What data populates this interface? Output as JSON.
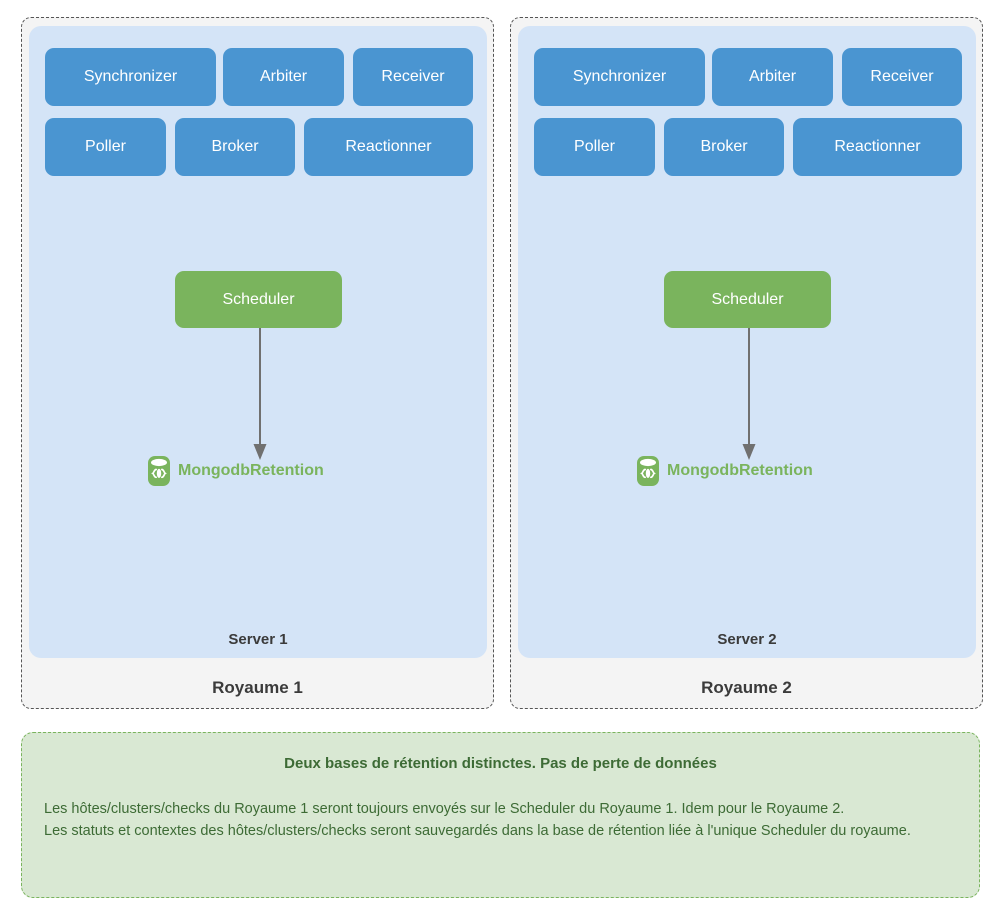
{
  "diagram": {
    "realms": [
      {
        "name": "Royaume 1",
        "server": {
          "name": "Server 1",
          "daemons": [
            {
              "label": "Synchronizer"
            },
            {
              "label": "Arbiter"
            },
            {
              "label": "Receiver"
            },
            {
              "label": "Poller"
            },
            {
              "label": "Broker"
            },
            {
              "label": "Reactionner"
            }
          ],
          "scheduler": {
            "label": "Scheduler"
          },
          "database": {
            "label": "MongodbRetention",
            "icon": "mongodb-database-icon"
          }
        }
      },
      {
        "name": "Royaume 2",
        "server": {
          "name": "Server 2",
          "daemons": [
            {
              "label": "Synchronizer"
            },
            {
              "label": "Arbiter"
            },
            {
              "label": "Receiver"
            },
            {
              "label": "Poller"
            },
            {
              "label": "Broker"
            },
            {
              "label": "Reactionner"
            }
          ],
          "scheduler": {
            "label": "Scheduler"
          },
          "database": {
            "label": "MongodbRetention",
            "icon": "mongodb-database-icon"
          }
        }
      }
    ],
    "note": {
      "title": "Deux bases de rétention distinctes. Pas de perte de données",
      "body": "Les hôtes/clusters/checks du Royaume 1 seront toujours envoyés sur le Scheduler du Royaume 1. Idem pour le Royaume 2.\nLes statuts et contextes des hôtes/clusters/checks seront sauvegardés dans la base de rétention liée à l'unique Scheduler du royaume."
    },
    "colors": {
      "daemon_blue": "#4a95d1",
      "server_blue": "#d4e4f7",
      "scheduler_green": "#7ab45d",
      "note_green_fill": "#d9e8d3",
      "note_green_text": "#3d6b35",
      "realm_gray": "#f4f4f4",
      "arrow_gray": "#707070"
    }
  }
}
